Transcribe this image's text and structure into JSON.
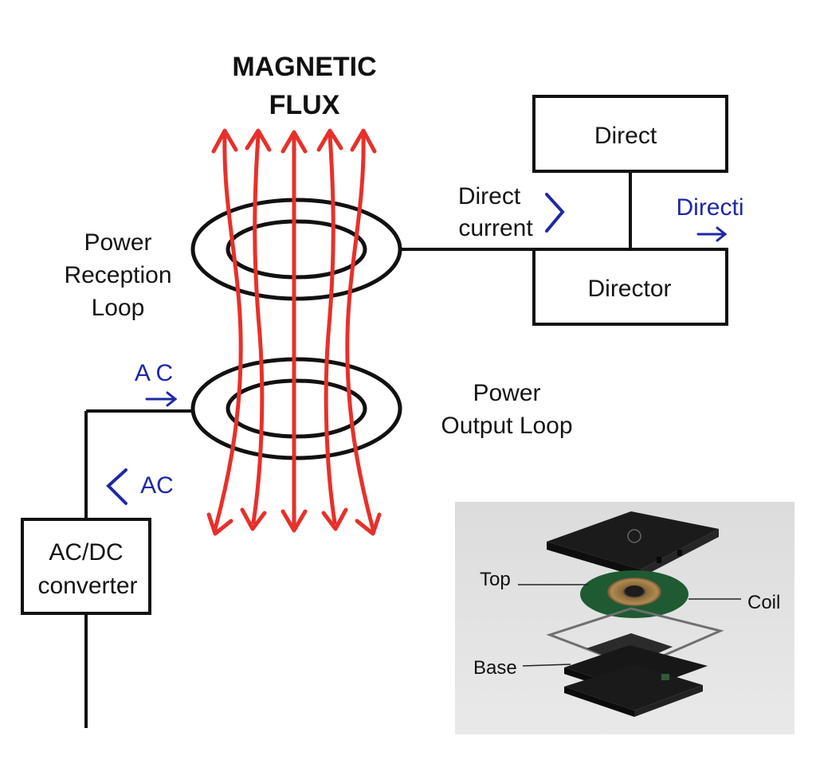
{
  "title": {
    "line1": "MAGNETIC",
    "line2": "FLUX"
  },
  "reception_loop_label": [
    "Power",
    "Reception",
    "Loop"
  ],
  "output_loop_label": [
    "Power",
    "Output Loop"
  ],
  "box_direct": "Direct",
  "box_director": "Director",
  "direct_current_label": [
    "Direct",
    "current"
  ],
  "directi_label": "Directi",
  "ac_top_label": "A C",
  "ac_left_label": "AC",
  "converter_label": [
    "AC/DC",
    "converter"
  ],
  "photo_labels": {
    "top": "Top",
    "coil": "Coil",
    "base": "Base"
  },
  "colors": {
    "flux": "#e8302a",
    "ink": "#111111",
    "label_blue": "#1e28a6",
    "photo_bg": "#e3e3e3",
    "coil_board": "#1f5a32"
  }
}
